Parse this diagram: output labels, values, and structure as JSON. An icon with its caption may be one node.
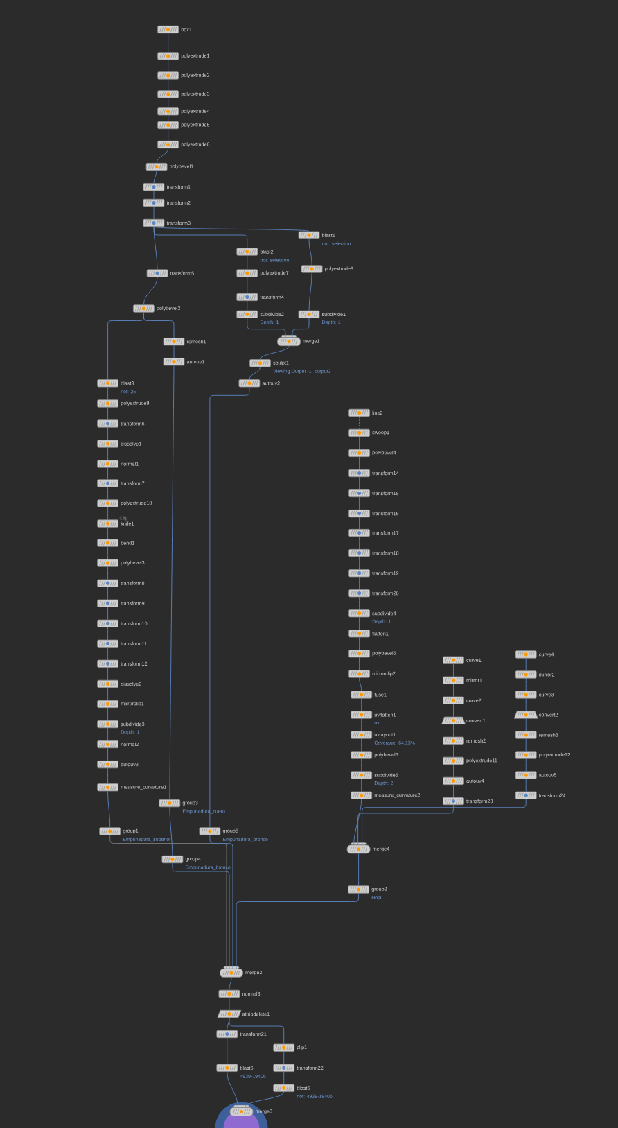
{
  "diagram": {
    "nodes": [
      {
        "text": [
          "box1"
        ]
      },
      {
        "text": [
          "polyextrude1"
        ]
      },
      {
        "text": [
          "polyextrude2"
        ]
      },
      {
        "text": [
          "polyextrude3"
        ]
      },
      {
        "text": [
          "polyextrude4"
        ]
      },
      {
        "text": [
          "polyextrude5"
        ]
      },
      {
        "text": [
          "polyextrude6"
        ]
      },
      {
        "text": [
          "polybevel1"
        ]
      },
      {
        "text": [
          "transform1"
        ]
      },
      {
        "text": [
          "transform2"
        ]
      },
      {
        "text": [
          "transform3"
        ]
      },
      {
        "text": [
          "blast1"
        ],
        "beside": [
          "not: selection"
        ]
      },
      {
        "text": [
          "blast2"
        ],
        "beside": [
          "not: selection"
        ]
      },
      {
        "text": [
          "transform5"
        ]
      },
      {
        "text": [
          "polyextrude7"
        ]
      },
      {
        "text": [
          "polyextrude8"
        ]
      },
      {
        "text": [
          "transform4"
        ]
      },
      {
        "text": [
          "polybevel2"
        ]
      },
      {
        "text": [
          "subdivide2"
        ],
        "beside": [
          "Depth: 1"
        ]
      },
      {
        "text": [
          "subdivide1"
        ],
        "beside": [
          "Depth: 1"
        ]
      },
      {
        "text": [
          "remesh1"
        ]
      },
      {
        "text": [
          "merge1"
        ]
      },
      {
        "text": [
          "autouv1"
        ]
      },
      {
        "text": [
          "sculpt1"
        ],
        "beside": [
          "Viewing Output -1: output2"
        ]
      },
      {
        "text": [
          "autouv2"
        ]
      },
      {
        "text": [
          "blast3"
        ],
        "beside": [
          "not: 25"
        ]
      },
      {
        "text": [
          "polyextrude9"
        ]
      },
      {
        "text": [
          "transform6"
        ]
      },
      {
        "text": [
          "dissolve1"
        ]
      },
      {
        "text": [
          "normal1"
        ]
      },
      {
        "text": [
          "transform7"
        ]
      },
      {
        "text": [
          "polyextrude10"
        ]
      },
      {
        "text": [
          "knife1"
        ]
      },
      {
        "text": [
          "bend1"
        ]
      },
      {
        "text": [
          "polybevel3"
        ]
      },
      {
        "text": [
          "transform8"
        ]
      },
      {
        "text": [
          "transform9"
        ]
      },
      {
        "text": [
          "transform10"
        ]
      },
      {
        "text": [
          "transform11"
        ]
      },
      {
        "text": [
          "transform12"
        ]
      },
      {
        "text": [
          "dissolve2"
        ]
      },
      {
        "text": [
          "mirrorclip1"
        ]
      },
      {
        "text": [
          "subdivide3"
        ],
        "beside": [
          "Depth: 1"
        ]
      },
      {
        "text": [
          "normal2"
        ]
      },
      {
        "text": [
          "autouv3"
        ]
      },
      {
        "text": [
          "measure_curvature1"
        ]
      },
      {
        "text": [
          "group3"
        ],
        "beside": [
          "Empunadura_cuero"
        ]
      },
      {
        "text": [
          "group1"
        ],
        "beside": [
          "Empunadura_superior"
        ]
      },
      {
        "text": [
          "group5"
        ],
        "beside": [
          "Empunadura_bronce"
        ]
      },
      {
        "text": [
          "group4"
        ],
        "beside": [
          "Empunadura_bronce"
        ]
      },
      {
        "text": [
          "line2"
        ]
      },
      {
        "text": [
          "sweep1"
        ]
      },
      {
        "text": [
          "polybevel4"
        ]
      },
      {
        "text": [
          "transform14"
        ]
      },
      {
        "text": [
          "transform15"
        ]
      },
      {
        "text": [
          "transform16"
        ]
      },
      {
        "text": [
          "transform17"
        ]
      },
      {
        "text": [
          "transform18"
        ]
      },
      {
        "text": [
          "transform19"
        ]
      },
      {
        "text": [
          "transform20"
        ]
      },
      {
        "text": [
          "subdivide4"
        ],
        "beside": [
          "Depth: 1"
        ]
      },
      {
        "text": [
          "flatten1"
        ]
      },
      {
        "text": [
          "polybevel5"
        ]
      },
      {
        "text": [
          "mirrorclip2"
        ]
      },
      {
        "text": [
          "fuse1"
        ]
      },
      {
        "text": [
          "uvflatten1"
        ],
        "beside": [
          "uv"
        ]
      },
      {
        "text": [
          "uvlayout1"
        ],
        "beside": [
          "Coverage: 64.13%"
        ]
      },
      {
        "text": [
          "polybevel6"
        ]
      },
      {
        "text": [
          "subdivide5"
        ],
        "beside": [
          "Depth: 2"
        ]
      },
      {
        "text": [
          "measure_curvature2"
        ]
      },
      {
        "text": [
          "curve1"
        ]
      },
      {
        "text": [
          "mirror1"
        ]
      },
      {
        "text": [
          "curve2"
        ]
      },
      {
        "text": [
          "convert1"
        ]
      },
      {
        "text": [
          "remesh2"
        ]
      },
      {
        "text": [
          "polyextrude11"
        ]
      },
      {
        "text": [
          "autouv4"
        ]
      },
      {
        "text": [
          "transform23"
        ]
      },
      {
        "text": [
          "curve4"
        ]
      },
      {
        "text": [
          "mirror2"
        ]
      },
      {
        "text": [
          "curve3"
        ]
      },
      {
        "text": [
          "convert2"
        ]
      },
      {
        "text": [
          "remesh3"
        ]
      },
      {
        "text": [
          "polyextrude12"
        ]
      },
      {
        "text": [
          "autouv5"
        ]
      },
      {
        "text": [
          "transform24"
        ]
      },
      {
        "text": [
          "merge4"
        ]
      },
      {
        "text": [
          "group2"
        ],
        "beside": [
          "Hoja"
        ]
      },
      {
        "text": [
          "merge2"
        ]
      },
      {
        "text": [
          "normal3"
        ]
      },
      {
        "text": [
          "attribdelete1"
        ]
      },
      {
        "text": [
          "transform21"
        ]
      },
      {
        "text": [
          "clip1"
        ]
      },
      {
        "text": [
          "blast6"
        ],
        "beside": [
          "4939-19406"
        ]
      },
      {
        "text": [
          "transform22"
        ]
      },
      {
        "text": [
          "blast5"
        ],
        "beside": [
          "not: 4939-19406"
        ]
      },
      {
        "text": [
          "merge3"
        ]
      }
    ],
    "edges": [
      {
        "from": 0,
        "to": 1,
        "arrow": "none"
      },
      {
        "from": 1,
        "to": 2,
        "arrow": "none"
      },
      {
        "from": 2,
        "to": 3,
        "arrow": "none"
      },
      {
        "from": 3,
        "to": 4,
        "arrow": "none"
      },
      {
        "from": 4,
        "to": 5,
        "arrow": "none"
      },
      {
        "from": 5,
        "to": 6,
        "arrow": "none"
      },
      {
        "from": 6,
        "to": 7,
        "arrow": "none"
      },
      {
        "from": 7,
        "to": 8,
        "arrow": "none"
      },
      {
        "from": 8,
        "to": 9,
        "arrow": "none"
      },
      {
        "from": 9,
        "to": 10,
        "arrow": "none"
      },
      {
        "from": 10,
        "to": 11,
        "arrow": "none"
      },
      {
        "from": 10,
        "to": 12,
        "arrow": "none"
      },
      {
        "from": 10,
        "to": 13,
        "arrow": "none"
      },
      {
        "from": 11,
        "to": 15,
        "arrow": "none"
      },
      {
        "from": 12,
        "to": 14,
        "arrow": "none"
      },
      {
        "from": 14,
        "to": 16,
        "arrow": "none"
      },
      {
        "from": 16,
        "to": 18,
        "arrow": "none"
      },
      {
        "from": 15,
        "to": 19,
        "arrow": "none"
      },
      {
        "from": 18,
        "to": 21,
        "arrow": "none"
      },
      {
        "from": 19,
        "to": 21,
        "arrow": "none"
      },
      {
        "from": 13,
        "to": 17,
        "arrow": "none"
      },
      {
        "from": 17,
        "to": 25,
        "arrow": "none"
      },
      {
        "from": 17,
        "to": 20,
        "arrow": "none"
      },
      {
        "from": 20,
        "to": 22,
        "arrow": "none"
      },
      {
        "from": 21,
        "to": 23,
        "arrow": "none"
      },
      {
        "from": 23,
        "to": 24,
        "arrow": "none"
      },
      {
        "from": 22,
        "to": 46,
        "arrow": "none"
      },
      {
        "from": 24,
        "to": 48,
        "arrow": "none"
      },
      {
        "from": 25,
        "to": 26,
        "arrow": "none"
      },
      {
        "from": 26,
        "to": 27,
        "arrow": "none"
      },
      {
        "from": 27,
        "to": 28,
        "arrow": "none"
      },
      {
        "from": 28,
        "to": 29,
        "arrow": "none"
      },
      {
        "from": 29,
        "to": 30,
        "arrow": "none"
      },
      {
        "from": 30,
        "to": 31,
        "arrow": "none"
      },
      {
        "from": 31,
        "to": 32,
        "arrow": "none"
      },
      {
        "from": 32,
        "to": 33,
        "arrow": "none"
      },
      {
        "from": 33,
        "to": 34,
        "arrow": "none"
      },
      {
        "from": 34,
        "to": 35,
        "arrow": "none"
      },
      {
        "from": 35,
        "to": 36,
        "arrow": "none"
      },
      {
        "from": 36,
        "to": 37,
        "arrow": "none"
      },
      {
        "from": 37,
        "to": 38,
        "arrow": "none"
      },
      {
        "from": 38,
        "to": 39,
        "arrow": "none"
      },
      {
        "from": 39,
        "to": 40,
        "arrow": "none"
      },
      {
        "from": 40,
        "to": 41,
        "arrow": "none"
      },
      {
        "from": 41,
        "to": 42,
        "arrow": "none"
      },
      {
        "from": 42,
        "to": 43,
        "arrow": "none"
      },
      {
        "from": 43,
        "to": 44,
        "arrow": "none"
      },
      {
        "from": 44,
        "to": 45,
        "arrow": "none"
      },
      {
        "from": 45,
        "to": 47,
        "arrow": "none"
      },
      {
        "from": 46,
        "to": 49,
        "arrow": "none"
      },
      {
        "from": 47,
        "to": 88,
        "arrow": "none",
        "color": "#7a7a7a"
      },
      {
        "from": 49,
        "to": 88,
        "arrow": "none"
      },
      {
        "from": 48,
        "to": 88,
        "arrow": "none"
      },
      {
        "from": 87,
        "to": 88,
        "arrow": "none"
      },
      {
        "from": 50,
        "to": 51,
        "arrow": "none",
        "style": "dashed"
      },
      {
        "from": 51,
        "to": 52,
        "arrow": "none"
      },
      {
        "from": 52,
        "to": 53,
        "arrow": "none"
      },
      {
        "from": 53,
        "to": 54,
        "arrow": "none"
      },
      {
        "from": 54,
        "to": 55,
        "arrow": "none"
      },
      {
        "from": 55,
        "to": 56,
        "arrow": "none"
      },
      {
        "from": 56,
        "to": 57,
        "arrow": "none"
      },
      {
        "from": 57,
        "to": 58,
        "arrow": "none"
      },
      {
        "from": 58,
        "to": 59,
        "arrow": "none"
      },
      {
        "from": 59,
        "to": 60,
        "arrow": "none"
      },
      {
        "from": 60,
        "to": 61,
        "arrow": "none"
      },
      {
        "from": 61,
        "to": 62,
        "arrow": "none"
      },
      {
        "from": 62,
        "to": 63,
        "arrow": "none"
      },
      {
        "from": 63,
        "to": 64,
        "arrow": "none"
      },
      {
        "from": 64,
        "to": 65,
        "arrow": "none"
      },
      {
        "from": 65,
        "to": 66,
        "arrow": "none"
      },
      {
        "from": 66,
        "to": 67,
        "arrow": "none"
      },
      {
        "from": 67,
        "to": 68,
        "arrow": "none"
      },
      {
        "from": 68,
        "to": 69,
        "arrow": "none"
      },
      {
        "from": 69,
        "to": 86,
        "arrow": "none"
      },
      {
        "from": 70,
        "to": 71,
        "arrow": "none"
      },
      {
        "from": 71,
        "to": 72,
        "arrow": "none"
      },
      {
        "from": 72,
        "to": 73,
        "arrow": "none"
      },
      {
        "from": 73,
        "to": 74,
        "arrow": "none"
      },
      {
        "from": 74,
        "to": 75,
        "arrow": "none"
      },
      {
        "from": 75,
        "to": 76,
        "arrow": "none"
      },
      {
        "from": 76,
        "to": 77,
        "arrow": "none"
      },
      {
        "from": 78,
        "to": 79,
        "arrow": "none"
      },
      {
        "from": 79,
        "to": 80,
        "arrow": "none"
      },
      {
        "from": 80,
        "to": 81,
        "arrow": "none"
      },
      {
        "from": 81,
        "to": 82,
        "arrow": "none"
      },
      {
        "from": 82,
        "to": 83,
        "arrow": "none"
      },
      {
        "from": 83,
        "to": 84,
        "arrow": "none"
      },
      {
        "from": 84,
        "to": 85,
        "arrow": "none"
      },
      {
        "from": 77,
        "to": 86,
        "arrow": "none"
      },
      {
        "from": 85,
        "to": 86,
        "arrow": "none"
      },
      {
        "from": 86,
        "to": 87,
        "arrow": "none"
      },
      {
        "from": 88,
        "to": 89,
        "arrow": "none"
      },
      {
        "from": 89,
        "to": 90,
        "arrow": "none"
      },
      {
        "from": 90,
        "to": 91,
        "arrow": "none"
      },
      {
        "from": 90,
        "to": 92,
        "arrow": "none"
      },
      {
        "from": 91,
        "to": 93,
        "arrow": "none"
      },
      {
        "from": 92,
        "to": 94,
        "arrow": "none"
      },
      {
        "from": 94,
        "to": 95,
        "arrow": "none"
      },
      {
        "from": 93,
        "to": 96,
        "arrow": "none"
      },
      {
        "from": 95,
        "to": 96,
        "arrow": "none"
      }
    ],
    "labels": [
      "Clip"
    ]
  }
}
